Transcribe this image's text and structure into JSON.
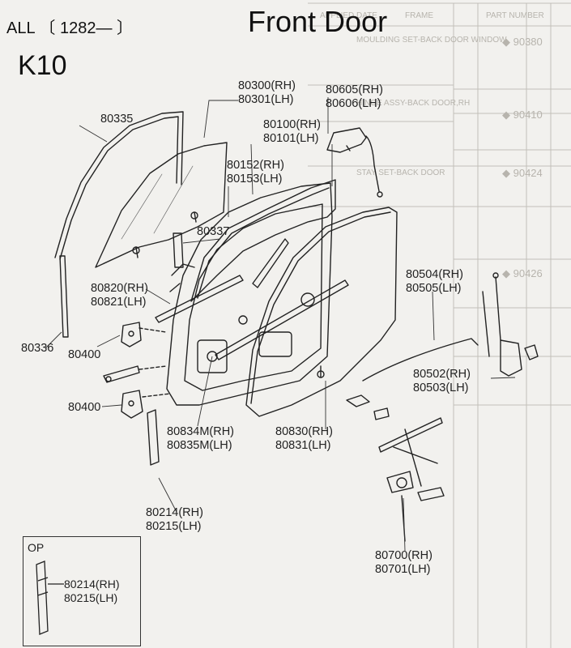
{
  "header": {
    "applicability": "ALL 〔 1282—  〕",
    "title": "Front Door",
    "model": "K10"
  },
  "background_table": {
    "col_headers": [
      "PART NUMBER",
      "APPLIED DATE",
      "FRAME"
    ],
    "ref_numbers": [
      "◆ 90380",
      "◆ 90410",
      "◆ 90424",
      "◆ 90426"
    ],
    "descriptions": [
      "MOULDING SET-BACK DOOR WINDOW",
      "HINGE ASSY-BACK DOOR,RH",
      "STAY SET-BACK DOOR"
    ]
  },
  "parts": [
    {
      "id": "p80300",
      "text": "80300(RH)"
    },
    {
      "id": "p80301",
      "text": "80301(LH)"
    },
    {
      "id": "p80605",
      "text": "80605(RH)"
    },
    {
      "id": "p80606",
      "text": "80606(LH)"
    },
    {
      "id": "p80335",
      "text": "80335"
    },
    {
      "id": "p80100",
      "text": "80100(RH)"
    },
    {
      "id": "p80101",
      "text": "80101(LH)"
    },
    {
      "id": "p80152",
      "text": "80152(RH)"
    },
    {
      "id": "p80153",
      "text": "80153(LH)"
    },
    {
      "id": "p80337",
      "text": "80337"
    },
    {
      "id": "p80504",
      "text": "80504(RH)"
    },
    {
      "id": "p80505",
      "text": "80505(LH)"
    },
    {
      "id": "p80820",
      "text": "80820(RH)"
    },
    {
      "id": "p80821",
      "text": "80821(LH)"
    },
    {
      "id": "p80336",
      "text": "80336"
    },
    {
      "id": "p80400a",
      "text": "80400"
    },
    {
      "id": "p80502",
      "text": "80502(RH)"
    },
    {
      "id": "p80503",
      "text": "80503(LH)"
    },
    {
      "id": "p80400b",
      "text": "80400"
    },
    {
      "id": "p80834m",
      "text": "80834M(RH)"
    },
    {
      "id": "p80835m",
      "text": "80835M(LH)"
    },
    {
      "id": "p80830",
      "text": "80830(RH)"
    },
    {
      "id": "p80831",
      "text": "80831(LH)"
    },
    {
      "id": "p80214",
      "text": "80214(RH)"
    },
    {
      "id": "p80215",
      "text": "80215(LH)"
    },
    {
      "id": "p80700",
      "text": "80700(RH)"
    },
    {
      "id": "p80701",
      "text": "80701(LH)"
    }
  ],
  "inset": {
    "label": "OP",
    "parts": [
      {
        "id": "i80214",
        "text": "80214(RH)"
      },
      {
        "id": "i80215",
        "text": "80215(LH)"
      }
    ]
  }
}
